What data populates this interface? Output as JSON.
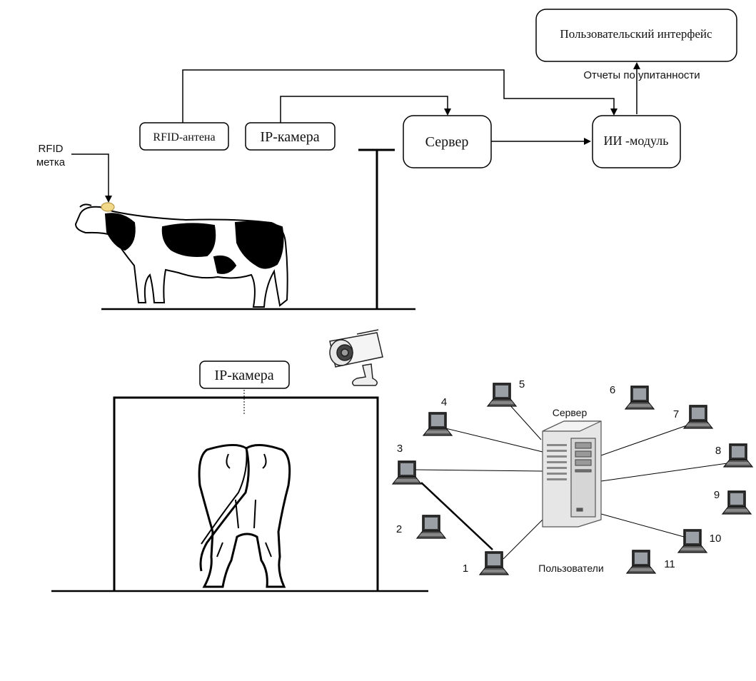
{
  "boxes": {
    "ui": "Пользовательский интерфейс",
    "rfid_antenna": "RFID-антена",
    "ip_camera_top": "IP-камера",
    "server": "Сервер",
    "ai_module": "ИИ -модуль",
    "ip_camera_bottom": "IP-камера"
  },
  "labels": {
    "reports": "Отчеты по упитанности",
    "rfid_tag_line1": "RFID",
    "rfid_tag_line2": "метка",
    "network_server": "Сервер",
    "users": "Пользователи"
  },
  "network": {
    "nodes": [
      "1",
      "2",
      "3",
      "4",
      "5",
      "6",
      "7",
      "8",
      "9",
      "10",
      "11"
    ]
  }
}
